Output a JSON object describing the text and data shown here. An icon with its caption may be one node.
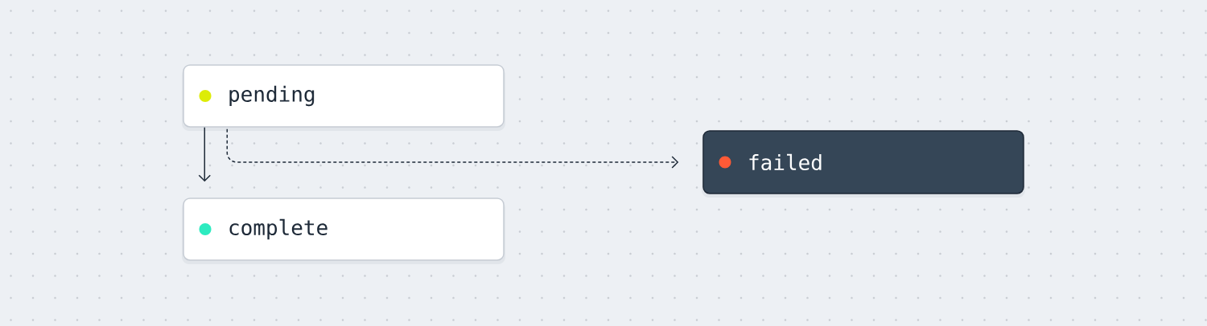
{
  "diagram": {
    "nodes": [
      {
        "text": [
          "pending"
        ]
      },
      {
        "text": [
          "complete"
        ]
      },
      {
        "text": [
          "failed"
        ]
      }
    ],
    "edges": [
      {
        "from": 0,
        "to": 1,
        "arrow": "to"
      },
      {
        "from": 0,
        "to": 2,
        "arrow": "to",
        "style": "dashed"
      }
    ]
  }
}
